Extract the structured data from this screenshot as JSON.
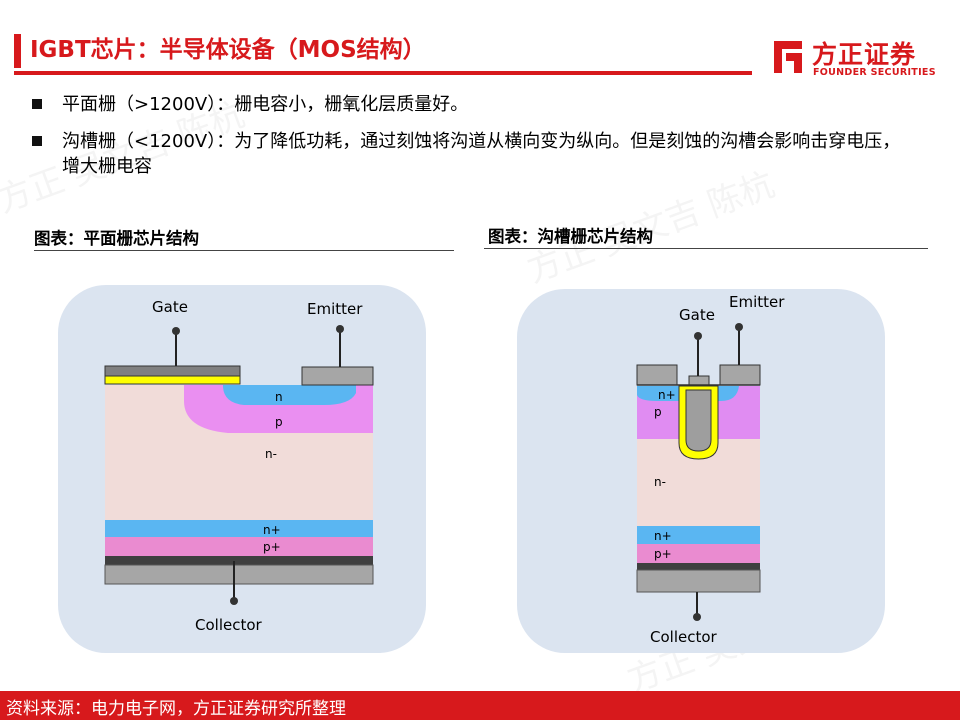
{
  "header": {
    "title": "IGBT芯片：半导体设备（MOS结构）",
    "logo_cn": "方正证券",
    "logo_en": "FOUNDER SECURITIES",
    "accent_color": "#d7191c"
  },
  "bullets": [
    "平面栅（>1200V）：栅电容小，栅氧化层质量好。",
    "沟槽栅（<1200V）：为了降低功耗，通过刻蚀将沟道从横向变为纵向。但是刻蚀的沟槽会影响击穿电压，增大栅电容"
  ],
  "figures": {
    "planar": {
      "title": "图表：平面栅芯片结构",
      "gate": "Gate",
      "emitter": "Emitter",
      "collector": "Collector",
      "n": "n",
      "p": "p",
      "n_minus": "n-",
      "n_plus": "n+",
      "p_plus": "p+"
    },
    "trench": {
      "title": "图表：沟槽栅芯片结构",
      "gate": "Gate",
      "emitter": "Emitter",
      "collector": "Collector",
      "n_plus_top": "n+",
      "p": "p",
      "n_minus": "n-",
      "n_plus": "n+",
      "p_plus": "p+"
    }
  },
  "footer": {
    "source": "资料来源：电力电子网，方正证券研究所整理"
  },
  "watermark": "方正 吴文吉 陈杭"
}
